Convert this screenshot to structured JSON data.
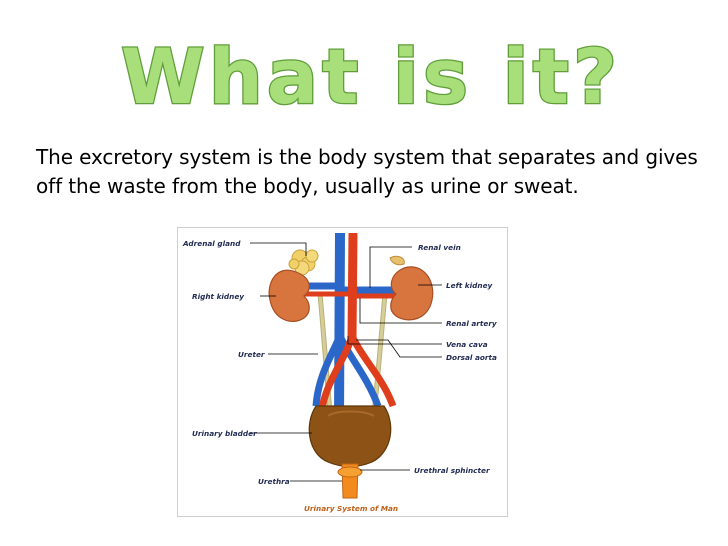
{
  "slide": {
    "title": "What is it?",
    "body": "The excretory system is the body system that separates and gives off the waste from the body, usually as urine or sweat."
  },
  "diagram": {
    "caption": "Urinary System of Man",
    "labels": {
      "adrenal_gland": "Adrenal gland",
      "right_kidney": "Right kidney",
      "ureter": "Ureter",
      "urinary_bladder": "Urinary bladder",
      "urethra": "Urethra",
      "renal_vein": "Renal vein",
      "left_kidney": "Left kidney",
      "renal_artery": "Renal artery",
      "vena_cava": "Vena cava",
      "dorsal_aorta": "Dorsal aorta",
      "urethral_sphincter": "Urethral sphincter"
    }
  },
  "colors": {
    "title_fill": "#a8df7a",
    "title_outline": "#5f9e3a",
    "kidney": "#d8743e",
    "vein": "#2b67c9",
    "artery": "#de3e1c",
    "bladder": "#8c5216",
    "ureter": "#c7be7e",
    "adrenal": "#f1d06a"
  }
}
